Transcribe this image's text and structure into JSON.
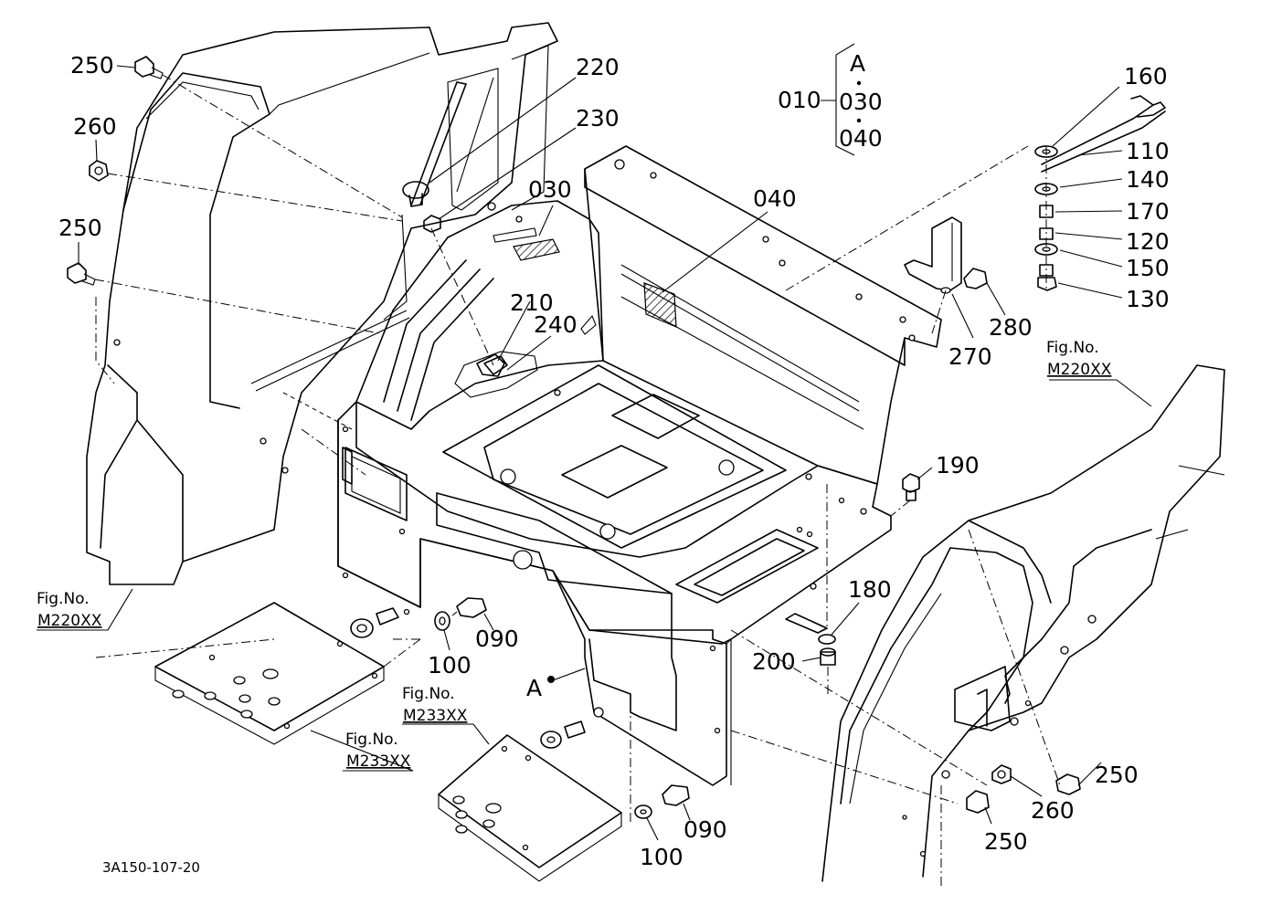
{
  "diagram_code": "3A150-107-20",
  "callouts": {
    "c250a": "250",
    "c260a": "260",
    "c250b": "250",
    "c220": "220",
    "c230": "230",
    "c030": "030",
    "c040": "040",
    "c210": "210",
    "c240": "240",
    "c160": "160",
    "c110": "110",
    "c140": "140",
    "c170": "170",
    "c120": "120",
    "c150": "150",
    "c130": "130",
    "c270": "270",
    "c280": "280",
    "c190": "190",
    "c180": "180",
    "c200": "200",
    "c090a": "090",
    "c100a": "100",
    "c090b": "090",
    "c100b": "100",
    "c250c": "250",
    "c260b": "260",
    "c250d": "250",
    "cA": "A"
  },
  "assembly_bracket": {
    "parent": "010",
    "top": "A",
    "items": [
      "030",
      "040"
    ]
  },
  "figure_refs": {
    "label": "Fig.No.",
    "left_fender": "M220XX",
    "right_fender": "M220XX",
    "step_mid": "M233XX",
    "step_left": "M233XX"
  }
}
